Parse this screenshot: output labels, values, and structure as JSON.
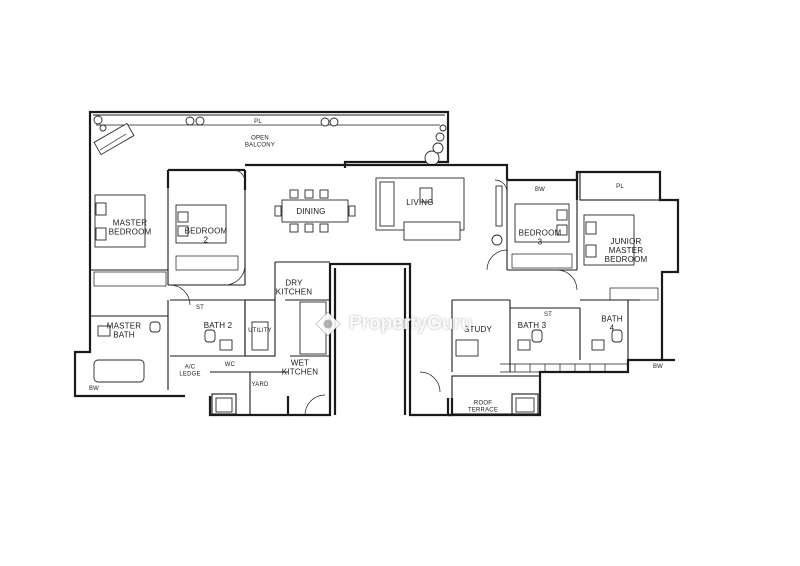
{
  "rooms": {
    "open_balcony": "OPEN\nBALCONY",
    "pl": "PL",
    "master_bedroom": "MASTER\nBEDROOM",
    "bedroom_2": "BEDROOM\n2",
    "dining": "DINING",
    "living": "LIVING",
    "bedroom_3": "BEDROOM\n3",
    "junior_master_bedroom": "JUNIOR\nMASTER\nBEDROOM",
    "pl_right": "PL",
    "master_bath": "MASTER\nBATH",
    "bath_2": "BATH 2",
    "utility": "UTILITY",
    "dry_kitchen": "DRY\nKITCHEN",
    "wet_kitchen": "WET\nKITCHEN",
    "yard": "YARD",
    "ac_ledge": "A/C\nLEDGE",
    "study": "STUDY",
    "bath_3": "BATH 3",
    "bath_4": "BATH\n4",
    "roof_terrace": "ROOF\nTERRACE",
    "bw_1": "BW",
    "bw_2": "BW",
    "bw_3": "BW",
    "st_1": "ST",
    "st_2": "ST",
    "wc": "WC"
  },
  "watermark": {
    "brand": "PropertyGuru"
  }
}
